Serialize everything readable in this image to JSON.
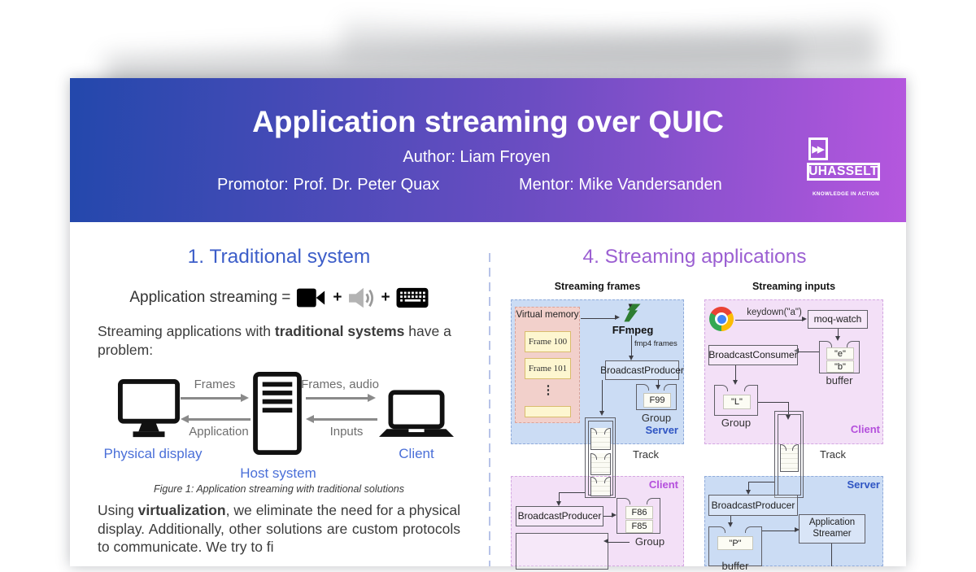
{
  "header": {
    "title": "Application streaming over QUIC",
    "author_label": "Author: Liam Froyen",
    "promotor_label": "Promotor: Prof. Dr. Peter Quax",
    "mentor_label": "Mentor: Mike Vandersanden",
    "gradient_left": "#2348ac",
    "gradient_right": "#b557de",
    "logo": {
      "icon_glyph": "▶▶",
      "wordmark": "UHASSELT",
      "tagline": "KNOWLEDGE IN ACTION"
    }
  },
  "left": {
    "heading": "1. Traditional system",
    "heading_color": "#3d5ec9",
    "formula": {
      "text": "Application streaming =",
      "plus1": "+",
      "plus2": "+"
    },
    "intro_pre": "Streaming applications with ",
    "intro_bold": "traditional systems",
    "intro_post": " have a problem:",
    "figure": {
      "arrow_frames": "Frames",
      "arrow_application": "Application",
      "arrow_frames_audio": "Frames, audio",
      "arrow_inputs": "Inputs",
      "label_display": "Physical display",
      "label_host": "Host system",
      "label_client": "Client",
      "label_color": "#4a6fd8",
      "caption": "Figure 1: Application streaming with traditional solutions"
    },
    "para_pre": "Using ",
    "para_bold": "virtualization",
    "para_post": ", we eliminate the need for a physical display. Additionally, other solutions are custom protocols to communicate. We try to fi"
  },
  "right": {
    "heading": "4. Streaming applications",
    "heading_color": "#9b5fd2",
    "colors": {
      "server_bg": "#cbdcf4",
      "client_bg": "#f3e0f7",
      "server_label": "#2f55c3",
      "client_label": "#b44fdc"
    },
    "frames": {
      "title": "Streaming frames",
      "virtual_memory": "Virtual memory",
      "frame_100": "Frame 100",
      "frame_101": "Frame 101",
      "ellipsis": "⋮",
      "ffmpeg": "FFmpeg",
      "fmp4_frames": "fmp4 frames",
      "producer": "BroadcastProducer",
      "f99": "F99",
      "group": "Group",
      "server": "Server",
      "track": "Track",
      "client": "Client",
      "client_producer": "BroadcastProducer",
      "f86": "F86",
      "f85": "F85",
      "client_group": "Group"
    },
    "inputs": {
      "title": "Streaming inputs",
      "keydown": "keydown(\"a\")",
      "moq_watch": "moq-watch",
      "consumer": "BroadcastConsumer",
      "val_e": "\"e\"",
      "val_b": "\"b\"",
      "buffer": "buffer",
      "val_l": "\"L\"",
      "group": "Group",
      "client": "Client",
      "track": "Track",
      "server": "Server",
      "producer": "BroadcastProducer",
      "val_p": "\"P\"",
      "server_buffer": "buffer",
      "app_streamer": "Application Streamer"
    }
  }
}
